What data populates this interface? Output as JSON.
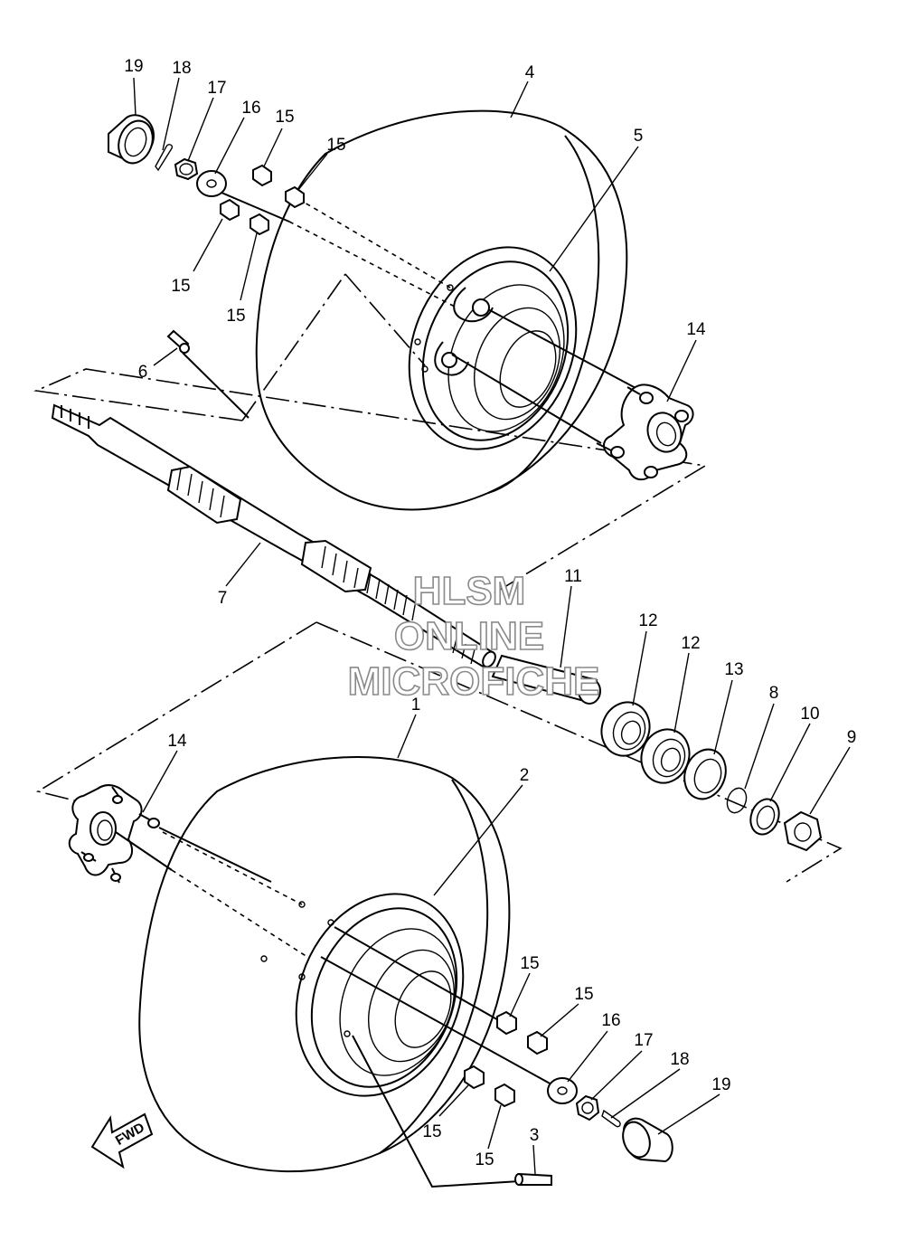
{
  "watermark": {
    "line1": "HLSM",
    "line2": "ONLINE",
    "line3": "MICROFICHE"
  },
  "direction_arrow": {
    "label": "FWD",
    "icon": "fwd-arrow-icon"
  },
  "callouts": {
    "c1": "1",
    "c2": "2",
    "c3": "3",
    "c4": "4",
    "c5": "5",
    "c6": "6",
    "c7": "7",
    "c8": "8",
    "c9": "9",
    "c10": "10",
    "c11": "11",
    "c12a": "12",
    "c12b": "12",
    "c13": "13",
    "c14a": "14",
    "c14b": "14",
    "c15a": "15",
    "c15b": "15",
    "c15c": "15",
    "c15d": "15",
    "c15e": "15",
    "c15f": "15",
    "c15g": "15",
    "c15h": "15",
    "c16a": "16",
    "c16b": "16",
    "c17a": "17",
    "c17b": "17",
    "c18a": "18",
    "c18b": "18",
    "c19a": "19",
    "c19b": "19"
  }
}
